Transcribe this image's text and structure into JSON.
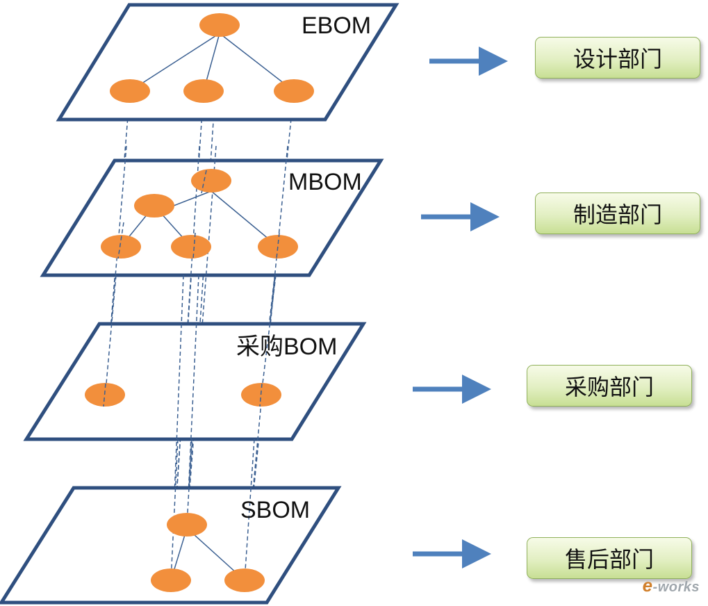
{
  "layers": [
    {
      "id": "ebom",
      "label": "EBOM"
    },
    {
      "id": "mbom",
      "label": "MBOM"
    },
    {
      "id": "pbom",
      "label": "采购BOM"
    },
    {
      "id": "sbom",
      "label": "SBOM"
    }
  ],
  "departments": [
    {
      "id": "design",
      "label": "设计部门"
    },
    {
      "id": "manufacturing",
      "label": "制造部门"
    },
    {
      "id": "purchasing",
      "label": "采购部门"
    },
    {
      "id": "after_sales",
      "label": "售后部门"
    }
  ],
  "colors": {
    "plane_border": "#2f4f7f",
    "node_fill": "#f28f3c",
    "tree_line": "#3a5f91",
    "dashed_link": "#3a5f91",
    "arrow": "#4f81bd",
    "box_border": "#8fb05a"
  },
  "watermark": {
    "logo_text": "e-works"
  }
}
